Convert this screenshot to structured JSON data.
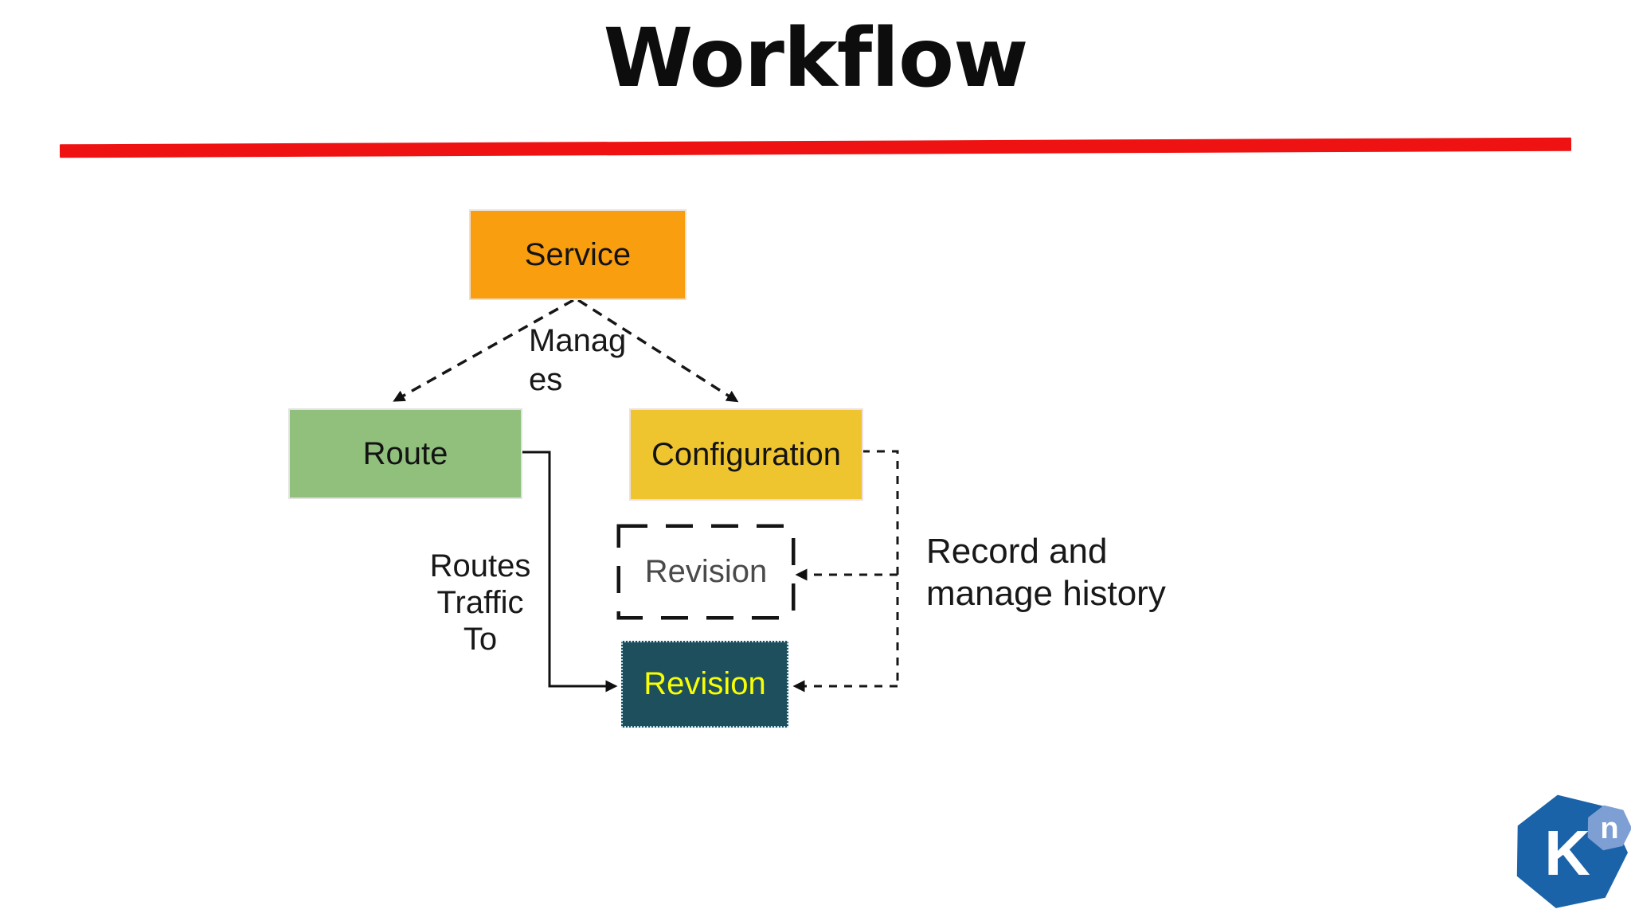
{
  "slide": {
    "title": "Workflow",
    "accent_color": "#ee1212",
    "background_color": "#ffffff"
  },
  "diagram": {
    "nodes": {
      "service": {
        "label": "Service",
        "color": "#f99e0f",
        "text_color": "#131313"
      },
      "route": {
        "label": "Route",
        "color": "#90c07c",
        "text_color": "#131313"
      },
      "configuration": {
        "label": "Configuration",
        "color": "#eec42f",
        "text_color": "#131313"
      },
      "revision_dashed": {
        "label": "Revision",
        "color": "#ffffff",
        "border_style": "dashed-black",
        "text_color": "#4a4a4a"
      },
      "revision_active": {
        "label": "Revision",
        "color": "#1e4f5d",
        "text_color": "#f8ff00"
      }
    },
    "edge_labels": {
      "manages": [
        "Manag",
        "es"
      ],
      "routes_traffic": [
        "Routes",
        "Traffic",
        "To"
      ],
      "record_history": [
        "Record and",
        "manage history"
      ]
    }
  },
  "logo": {
    "big_letter": "K",
    "small_letter": "n",
    "primary_color": "#1b63a8",
    "secondary_color": "#7e9fd3"
  }
}
